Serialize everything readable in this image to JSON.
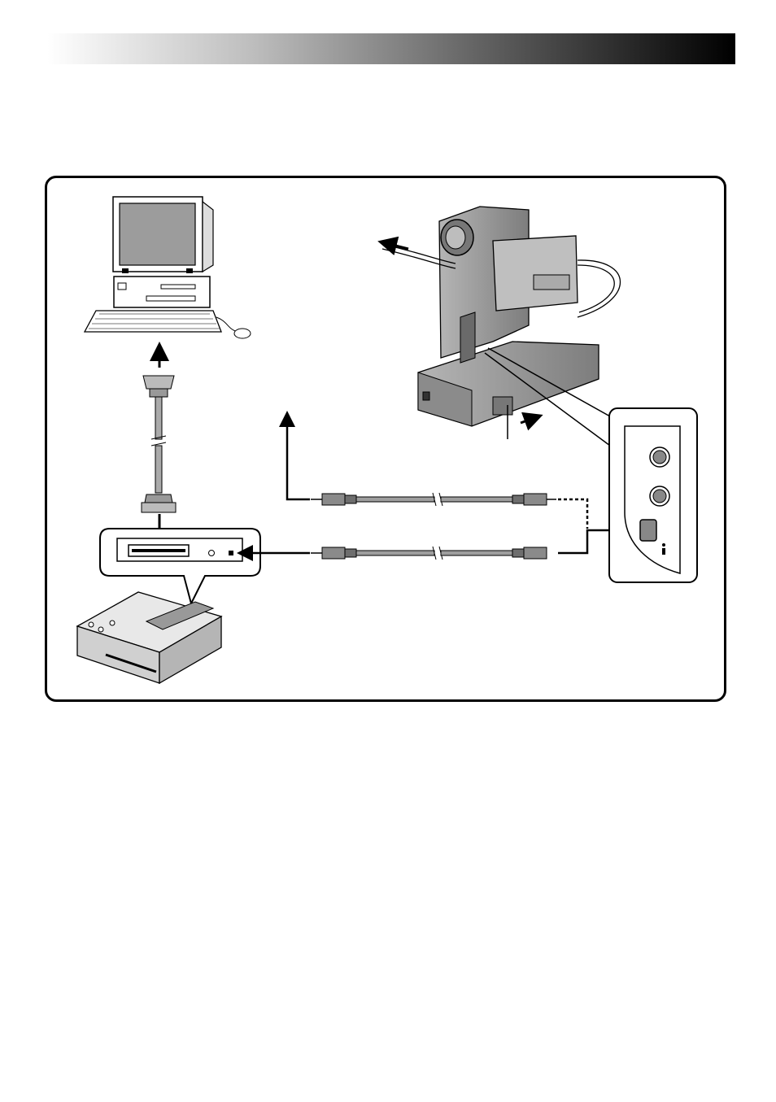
{
  "header": {
    "gradient_start": "#ffffff",
    "gradient_end": "#000000"
  },
  "diagram": {
    "components": [
      "computer",
      "printer",
      "camcorder",
      "docking-station",
      "jack-panel",
      "parallel-cable",
      "signal-cable-top",
      "signal-cable-bottom"
    ],
    "line_color": "#000000",
    "device_color": "#9a9a9a"
  }
}
